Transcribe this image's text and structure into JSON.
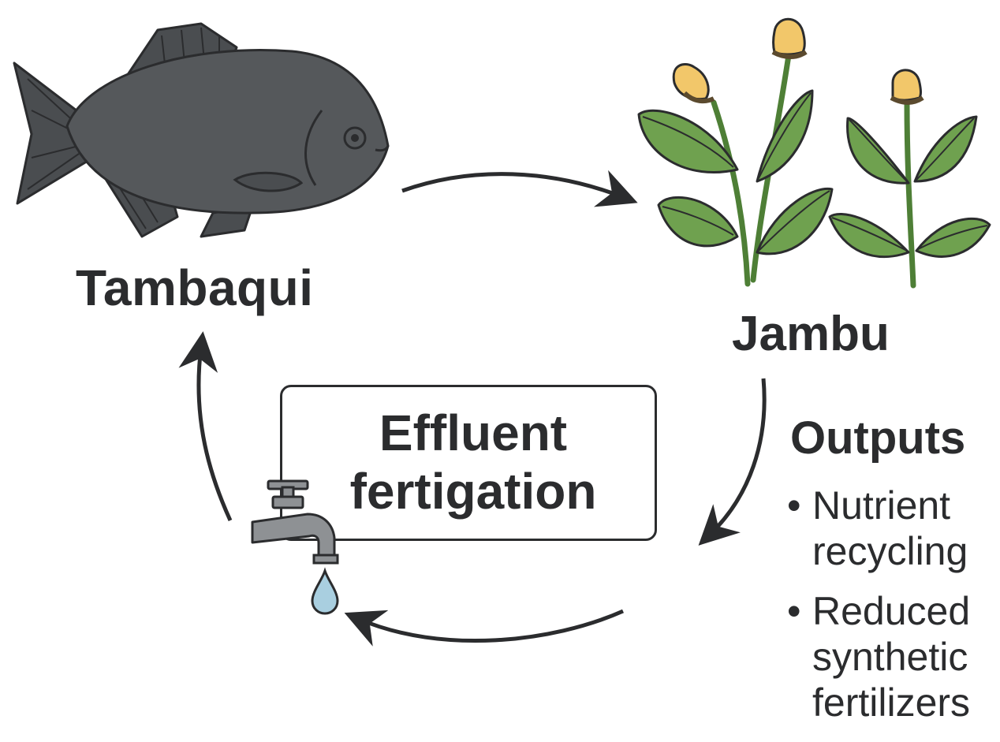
{
  "nodes": {
    "fish": {
      "label": "Tambaqui",
      "icon": "fish-icon",
      "color": "#55585b"
    },
    "plant": {
      "label": "Jambu",
      "icon": "plant-icon",
      "leaf_color": "#6fa14f",
      "flower_color": "#f2c76a"
    },
    "process": {
      "line1": "Effluent",
      "line2": "fertigation",
      "icon": "faucet-icon"
    }
  },
  "outputs": {
    "heading": "Outputs",
    "items": [
      {
        "line1": "Nutrient",
        "line2": "recycling"
      },
      {
        "line1": "Reduced",
        "line2": "synthetic",
        "line3": "fertilizers"
      }
    ]
  },
  "colors": {
    "ink": "#2b2c2e",
    "water": "#a9cfe0",
    "metal": "#8e9194"
  }
}
